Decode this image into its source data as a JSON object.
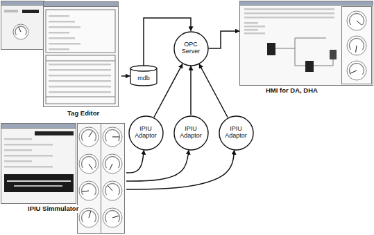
{
  "diagram": {
    "nodes": [
      {
        "text": [
          "Tag Editor"
        ]
      },
      {
        "text": [
          "mdb"
        ]
      },
      {
        "text": [
          "OPC Server"
        ]
      },
      {
        "text": [
          "HMI for DA, DHA"
        ]
      },
      {
        "text": [
          "IPIU Simmulator"
        ]
      },
      {
        "text": [
          "IPIU Adaptor"
        ]
      },
      {
        "text": [
          "IPIU Adaptor"
        ]
      },
      {
        "text": [
          "IPIU Adaptor"
        ]
      }
    ],
    "edges": [
      {
        "from": 0,
        "to": 1,
        "arrow": "to"
      },
      {
        "from": 1,
        "to": 2,
        "arrow": "to"
      },
      {
        "from": 2,
        "to": 3,
        "arrow": "to"
      },
      {
        "from": 5,
        "to": 2,
        "arrow": "to"
      },
      {
        "from": 6,
        "to": 2,
        "arrow": "to"
      },
      {
        "from": 7,
        "to": 2,
        "arrow": "to"
      },
      {
        "from": 4,
        "to": 5,
        "arrow": "to"
      },
      {
        "from": 4,
        "to": 6,
        "arrow": "to"
      },
      {
        "from": 4,
        "to": 7,
        "arrow": "to"
      }
    ]
  }
}
